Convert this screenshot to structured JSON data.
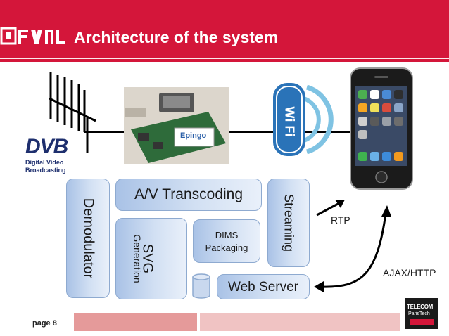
{
  "header": {
    "title": "Architecture of the system",
    "color": "#d4163a"
  },
  "left_logo": {
    "icon": "institution-logo-icon"
  },
  "dvb": {
    "logo_text": "DVB",
    "line1": "Digital Video",
    "line2": "Broadcasting"
  },
  "board": {
    "label": "Epingo"
  },
  "wifi": {
    "text": "Wi Fi"
  },
  "boxes": {
    "demodulator": "Demodulator",
    "transcoding": "A/V Transcoding",
    "streaming": "Streaming",
    "svg_title": "SVG",
    "svg_sub": "Generation",
    "dims_line1": "DIMS",
    "dims_line2": "Packaging",
    "web_server": "Web Server"
  },
  "labels": {
    "rtp": "RTP",
    "ajax": "AJAX/HTTP"
  },
  "footer": {
    "page": "page 8",
    "logo_line1": "TELECOM",
    "logo_line2": "ParisTech",
    "bar_color": "#e8a0a0"
  }
}
